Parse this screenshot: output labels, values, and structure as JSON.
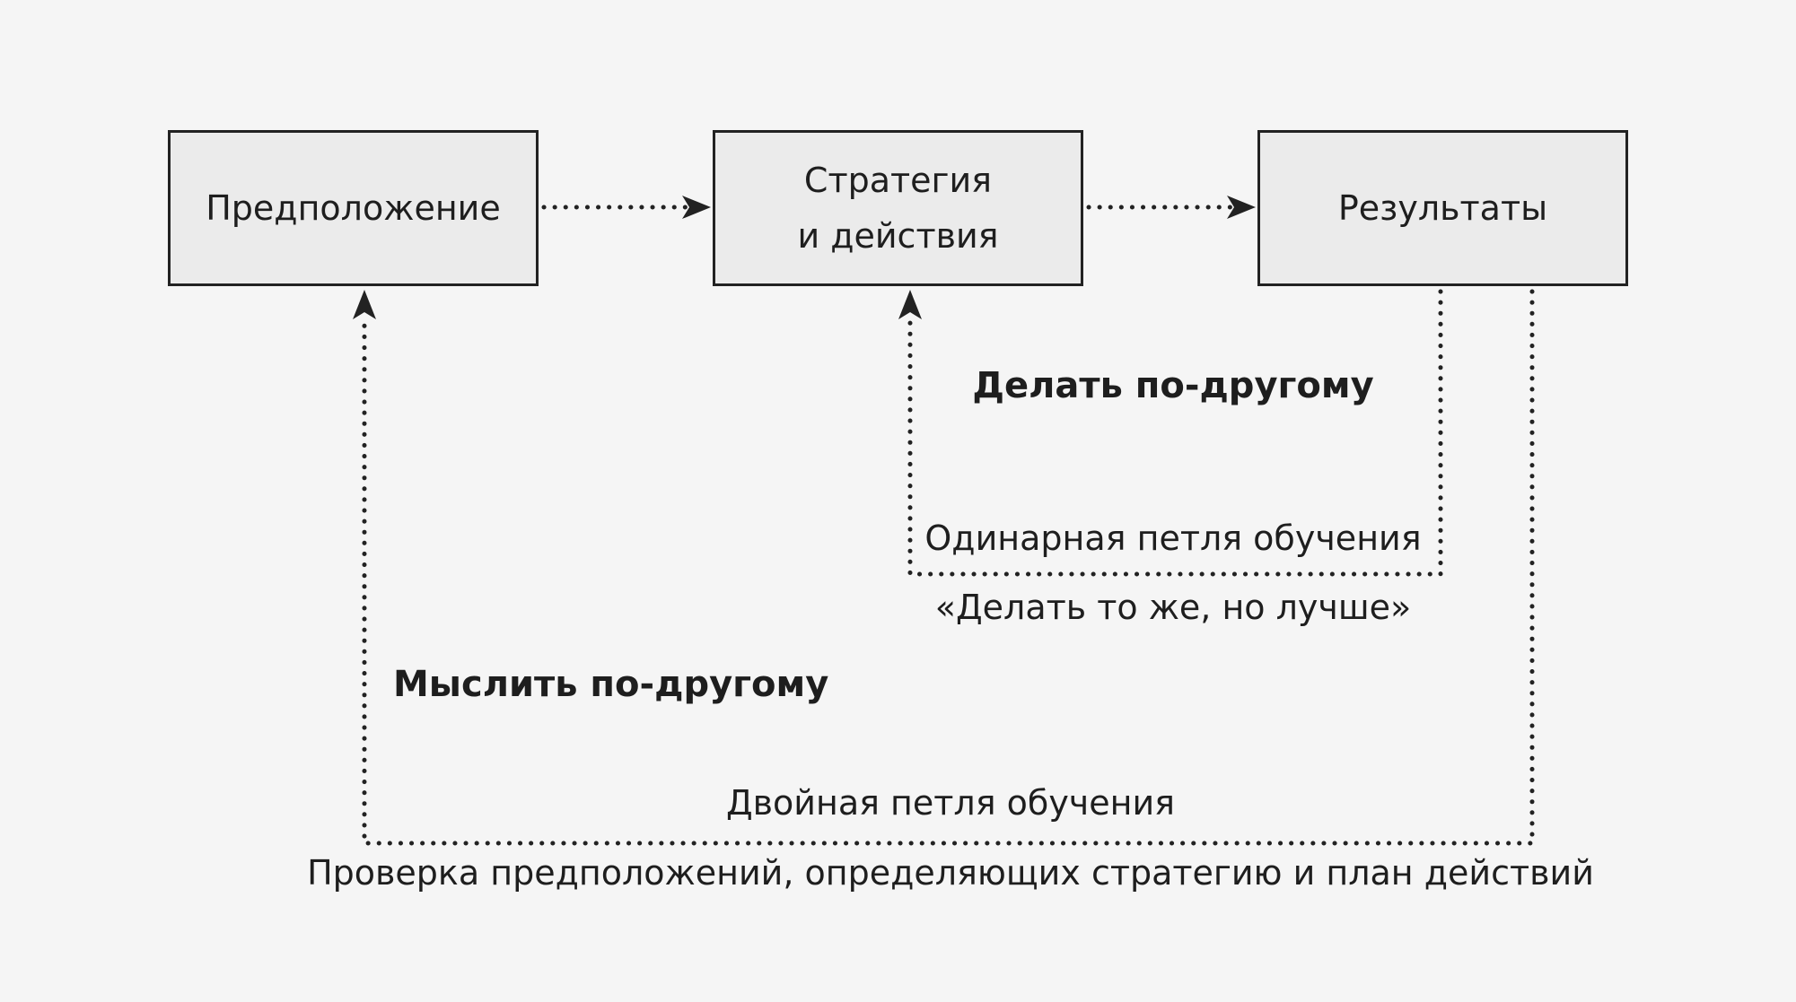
{
  "boxes": {
    "assumption": "Предположение",
    "strategy": "Стратегия\nи действия",
    "results": "Результаты"
  },
  "labels": {
    "do_differently": "Делать по-другому",
    "single_loop": "Одинарная петля обучения",
    "single_loop_sub": "«Делать то же, но лучше»",
    "think_differently": "Мыслить по-другому",
    "double_loop": "Двойная петля обучения",
    "double_loop_sub": "Проверка предположений, определяющих стратегию и план действий"
  },
  "colors": {
    "background": "#f5f5f5",
    "box_fill": "#ebebeb",
    "ink": "#1e1e1e"
  }
}
